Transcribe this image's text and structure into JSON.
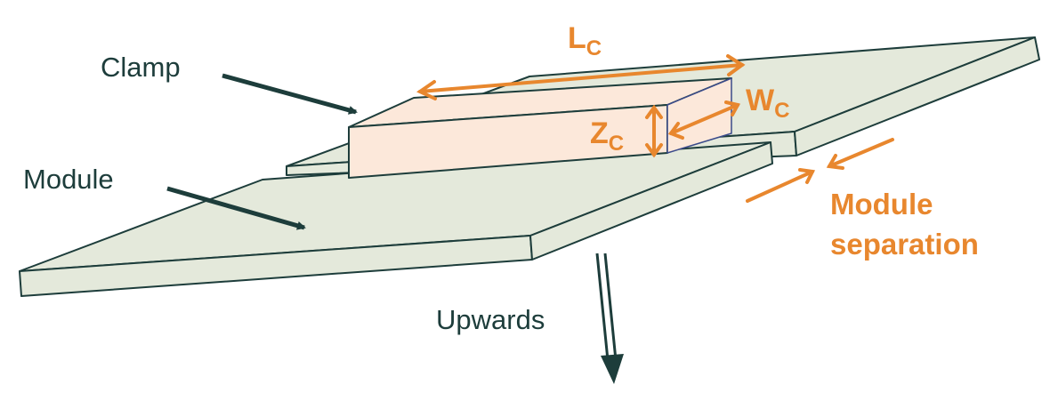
{
  "colors": {
    "outline": "#1d3d3b",
    "accent": "#e8872e",
    "module_fill": "#e4e9db",
    "clamp_fill": "#fce8da",
    "background": "#ffffff"
  },
  "labels": {
    "clamp": "Clamp",
    "module": "Module",
    "upwards": "Upwards",
    "length_main": "L",
    "length_sub": "C",
    "width_main": "W",
    "width_sub": "C",
    "height_main": "Z",
    "height_sub": "C",
    "separation_line1": "Module",
    "separation_line2": "separation"
  }
}
